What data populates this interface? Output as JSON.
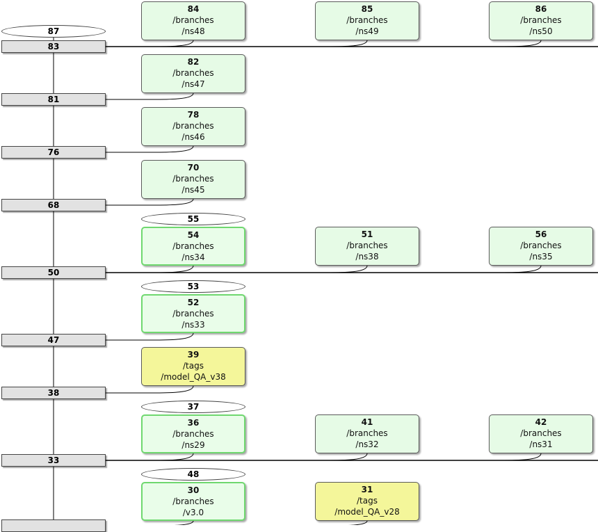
{
  "trunk": [
    {
      "rev": "83",
      "top_label": "87",
      "branches": [
        {
          "num": "84",
          "kind": "branch",
          "path": "/branches",
          "name": "/ns48"
        },
        {
          "num": "85",
          "kind": "branch",
          "path": "/branches",
          "name": "/ns49"
        },
        {
          "num": "86",
          "kind": "branch",
          "path": "/branches",
          "name": "/ns50"
        }
      ]
    },
    {
      "rev": "81",
      "branches": [
        {
          "num": "82",
          "kind": "branch",
          "path": "/branches",
          "name": "/ns47"
        }
      ]
    },
    {
      "rev": "76",
      "branches": [
        {
          "num": "78",
          "kind": "branch",
          "path": "/branches",
          "name": "/ns46"
        }
      ]
    },
    {
      "rev": "68",
      "branches": [
        {
          "num": "70",
          "kind": "branch",
          "path": "/branches",
          "name": "/ns45"
        }
      ]
    },
    {
      "rev": "50",
      "branches": [
        {
          "num": "54",
          "kind": "branch",
          "highlight": true,
          "head": "55",
          "path": "/branches",
          "name": "/ns34"
        },
        {
          "num": "51",
          "kind": "branch",
          "path": "/branches",
          "name": "/ns38"
        },
        {
          "num": "56",
          "kind": "branch",
          "path": "/branches",
          "name": "/ns35"
        }
      ]
    },
    {
      "rev": "47",
      "branches": [
        {
          "num": "52",
          "kind": "branch",
          "highlight": true,
          "head": "53",
          "path": "/branches",
          "name": "/ns33"
        }
      ]
    },
    {
      "rev": "38",
      "branches": [
        {
          "num": "39",
          "kind": "tag",
          "path": "/tags",
          "name": "/model_QA_v38"
        }
      ]
    },
    {
      "rev": "33",
      "branches": [
        {
          "num": "36",
          "kind": "branch",
          "highlight": true,
          "head": "37",
          "path": "/branches",
          "name": "/ns29"
        },
        {
          "num": "41",
          "kind": "branch",
          "path": "/branches",
          "name": "/ns32"
        },
        {
          "num": "42",
          "kind": "branch",
          "path": "/branches",
          "name": "/ns31"
        }
      ]
    },
    {
      "rev": "",
      "branches": [
        {
          "num": "30",
          "kind": "branch",
          "highlight": true,
          "head": "48",
          "path": "/branches",
          "name": "/v3.0"
        },
        {
          "num": "31",
          "kind": "tag",
          "path": "/tags",
          "name": "/model_QA_v28"
        }
      ]
    }
  ]
}
